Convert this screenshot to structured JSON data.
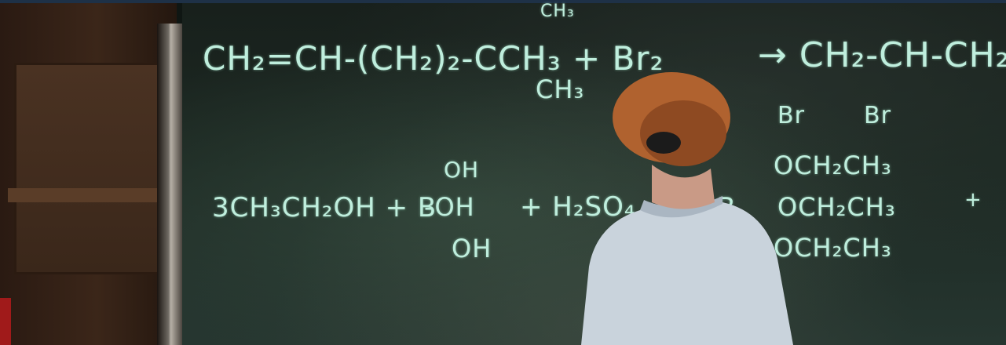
{
  "blackboard": {
    "reaction1": {
      "reactant": "CH₂=CH-(CH₂)₂-C",
      "branch_top": "CH₃",
      "branch_mid": "CH₃ + Br₂",
      "branch_bottom": "CH₃",
      "arrow_product": "→ CH₂-CH-CH₂",
      "bromine_1": "Br",
      "bromine_2": "Br"
    },
    "reaction2": {
      "reactant": "3CH₃CH₂OH + B",
      "oh_top": "OH",
      "oh_mid": "-OH",
      "oh_bottom": "OH",
      "acid": "+ H₂SO₄",
      "product_b": "B",
      "och_1": "OCH₂CH₃",
      "och_2": "OCH₂CH₃",
      "och_3": "OCH₂CH₃",
      "trailing_plus": "+"
    }
  },
  "colors": {
    "chalk": "#bfeedd",
    "board": "#1c2822",
    "hair": "#b0622f",
    "shirt": "#c9d3dc"
  }
}
